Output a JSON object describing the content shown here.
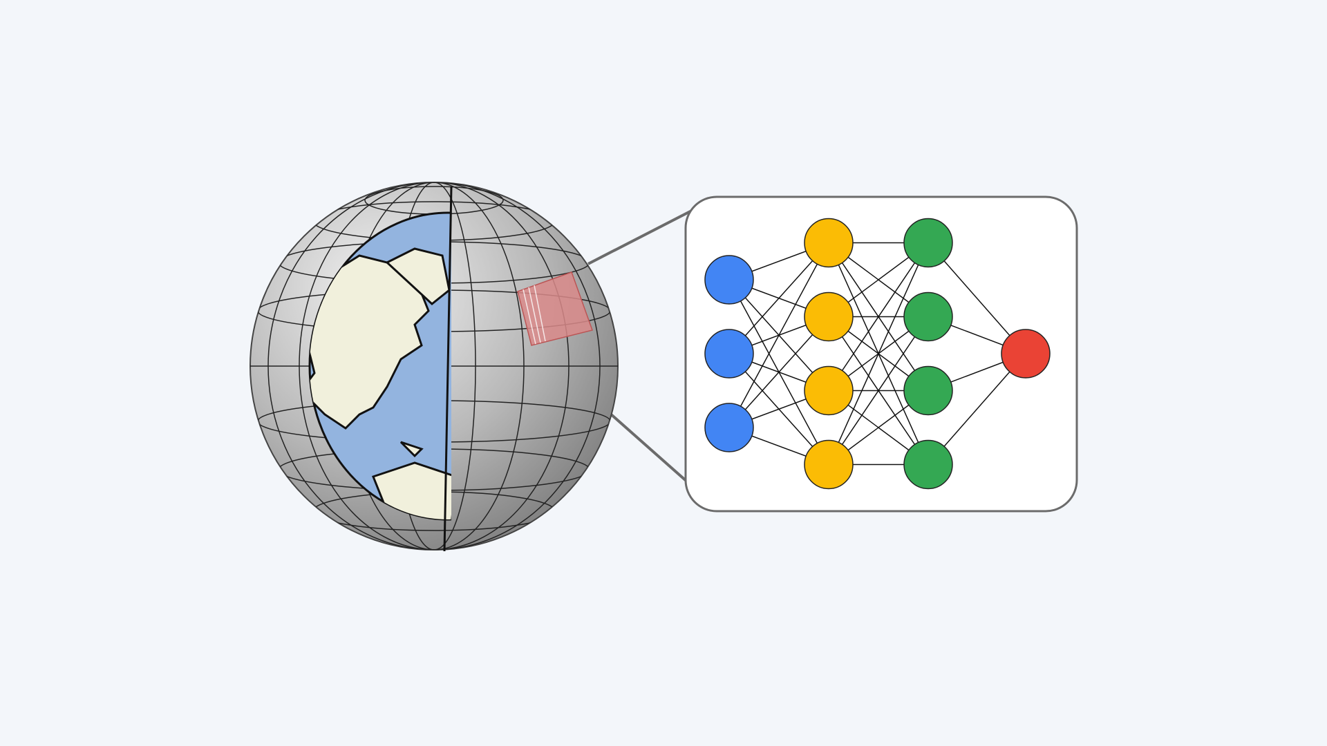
{
  "colors": {
    "background": "#f3f6fa",
    "ocean": "#93b4df",
    "land": "#f1f0dc",
    "globe_shell": "#b5b5b5",
    "grid_patch": "#d98a8a",
    "panel_fill": "#ffffff",
    "panel_border": "#6b6b6b"
  },
  "network": {
    "layers": [
      {
        "nodes": 3,
        "color": "#4285f4"
      },
      {
        "nodes": 4,
        "color": "#fbbc05"
      },
      {
        "nodes": 4,
        "color": "#34a853"
      },
      {
        "nodes": 1,
        "color": "#ea4335"
      }
    ],
    "fully_connected": true
  }
}
